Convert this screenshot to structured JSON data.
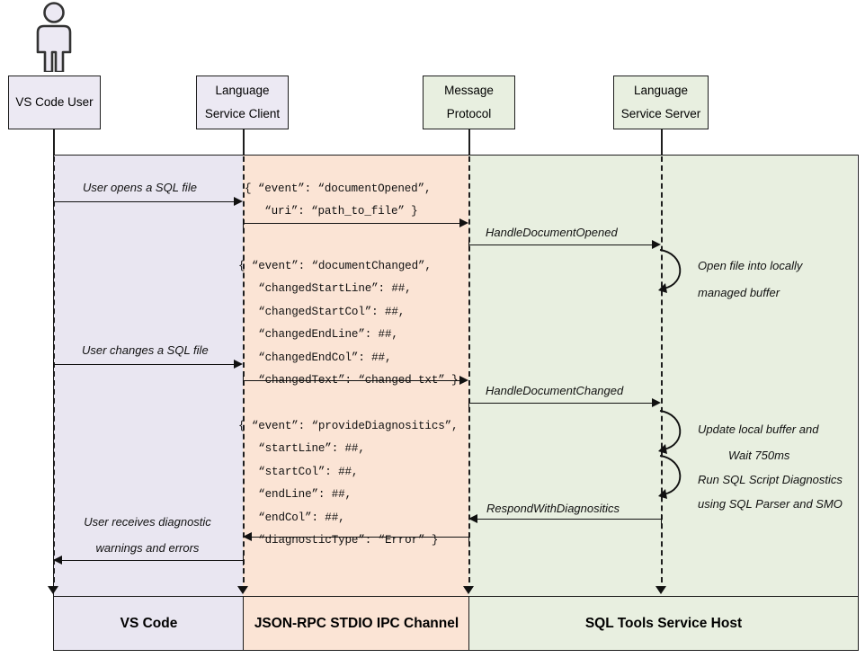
{
  "diagram": {
    "title": "SQL Tools Service language service sequence diagram",
    "colors": {
      "vscode_band": "#e9e6f1",
      "ipc_band": "#fbe4d5",
      "host_band": "#e8efe0",
      "stroke": "#1d1d1d"
    }
  },
  "actor": {
    "name": "vs-code-user-actor"
  },
  "participants": [
    {
      "id": "vs-code-user",
      "line1": "VS Code User",
      "line2": "",
      "color": "purple"
    },
    {
      "id": "language-service-client",
      "line1": "Language",
      "line2": "Service Client",
      "color": "purple"
    },
    {
      "id": "message-protocol",
      "line1": "Message",
      "line2": "Protocol",
      "color": "green"
    },
    {
      "id": "language-service-server",
      "line1": "Language",
      "line2": "Service Server",
      "color": "green"
    }
  ],
  "messages": {
    "user_opens": "User opens a SQL file",
    "user_changes": "User changes a SQL file",
    "user_receives_l1": "User receives diagnostic",
    "user_receives_l2": "warnings and errors",
    "handle_document_opened": "HandleDocumentOpened",
    "handle_document_changed": "HandleDocumentChanged",
    "respond_with_diagnositics": "RespondWithDiagnositics"
  },
  "code_blocks": {
    "document_opened": "{ “event”: “documentOpened”,\n   “uri”: “path_to_file” }",
    "document_changed": "{ “event”: “documentChanged”,\n   “changedStartLine”: ##,\n   “changedStartCol”: ##,\n   “changedEndLine”: ##,\n   “changedEndCol”: ##,\n   “changedText”: “changed txt” }",
    "provide_diagnositics": "{ “event”: “provideDiagnositics”,\n   “startLine”: ##,\n   “startCol”: ##,\n   “endLine”: ##,\n   “endCol”: ##,\n   “diagnosticType”: “Error” }"
  },
  "notes": {
    "open_file_l1": "Open file into locally",
    "open_file_l2": "managed buffer",
    "update_buffer_l1": "Update local buffer and",
    "update_buffer_l2": "Wait 750ms",
    "run_diagnostics_l1": "Run SQL Script Diagnostics",
    "run_diagnostics_l2": "using SQL Parser and SMO"
  },
  "footer": [
    {
      "id": "vs-code",
      "label": "VS Code",
      "color": "purple"
    },
    {
      "id": "ipc-channel",
      "label": "JSON-RPC STDIO IPC Channel",
      "color": "peach"
    },
    {
      "id": "service-host",
      "label": "SQL Tools Service Host",
      "color": "green"
    }
  ]
}
